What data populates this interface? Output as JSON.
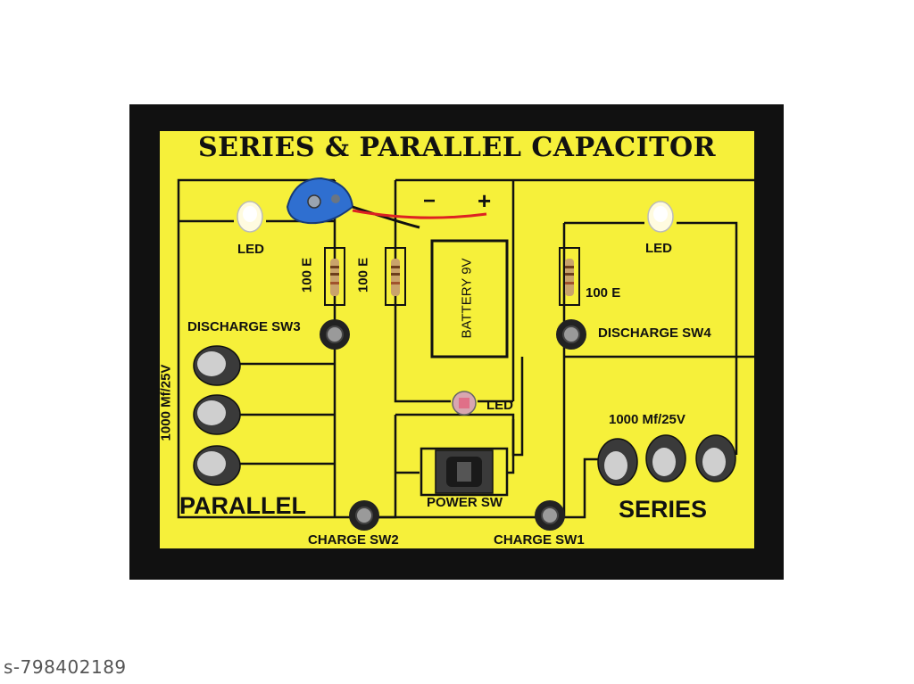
{
  "board": {
    "title": "SERIES & PARALLEL CAPACITOR",
    "labels": {
      "led_left": "LED",
      "led_right": "LED",
      "led_center": "LED",
      "resistor_1": "100 E",
      "resistor_2": "100 E",
      "resistor_3": "100 E",
      "battery": "BATTERY 9V",
      "minus": "−",
      "plus": "+",
      "discharge_sw3": "DISCHARGE SW3",
      "discharge_sw4": "DISCHARGE SW4",
      "cap_parallel": "1000 Mf/25V",
      "cap_series": "1000 Mf/25V",
      "parallel": "PARALLEL",
      "series": "SERIES",
      "power_sw": "POWER SW",
      "charge_sw2": "CHARGE SW2",
      "charge_sw1": "CHARGE SW1"
    }
  },
  "watermark": "s-798402189",
  "colors": {
    "panel": "#f6f03a",
    "frame": "#111111",
    "wire": "#111111",
    "capacitor": "#3a3a3a",
    "connector": "#2f6fd0"
  }
}
